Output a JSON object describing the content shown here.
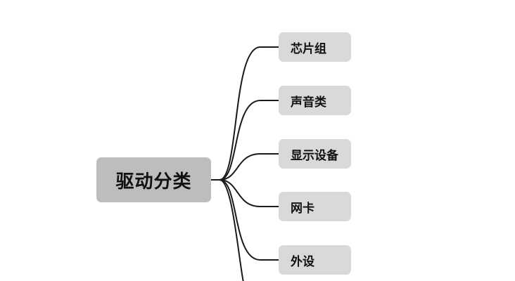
{
  "mindmap": {
    "root": {
      "label": "驱动分类"
    },
    "children": [
      {
        "label": "芯片组"
      },
      {
        "label": "声音类"
      },
      {
        "label": "显示设备"
      },
      {
        "label": "网卡"
      },
      {
        "label": "外设"
      }
    ]
  },
  "colors": {
    "root_fill": "#bdbdbd",
    "child_fill": "#d9d9d9",
    "line": "#1a1a1a",
    "text": "#111111",
    "background": "#ffffff"
  }
}
